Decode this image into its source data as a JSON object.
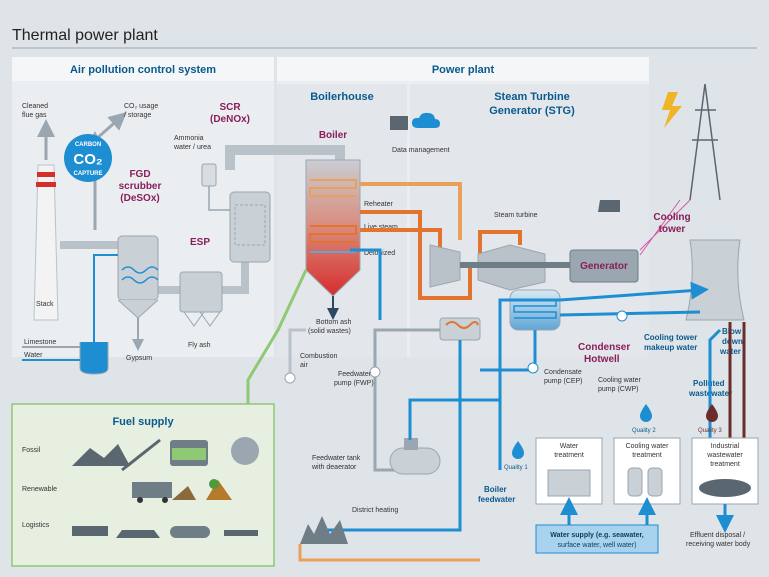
{
  "title": "Thermal power plant",
  "sections": {
    "air_pollution": "Air pollution control system",
    "power_plant": "Power plant",
    "boilerhouse": "Boilerhouse",
    "stg": [
      "Steam Turbine",
      "Generator (STG)"
    ],
    "fuel_supply": "Fuel supply"
  },
  "components": {
    "cleaned_flue_gas": [
      "Cleaned",
      "flue gas"
    ],
    "co2_usage": [
      "CO₂ usage",
      "/ storage"
    ],
    "carbon_capture": [
      "CARBON",
      "CO₂",
      "CAPTURE"
    ],
    "fgd": [
      "FGD",
      "scrubber",
      "(DeSOx)"
    ],
    "scr": [
      "SCR",
      "(DeNOx)"
    ],
    "ammonia": [
      "Ammonia",
      "water / urea"
    ],
    "esp": "ESP",
    "fly_ash": "Fly ash",
    "stack": "Stack",
    "limestone": "Limestone",
    "water": "Water",
    "gypsum": "Gypsum",
    "boiler": "Boiler",
    "reheater": "Reheater",
    "live_steam": "Live steam",
    "deionized": "Deionized",
    "bottom_ash": [
      "Bottom ash",
      "(solid wastes)"
    ],
    "combustion_air": [
      "Combustion",
      "air"
    ],
    "data_management": "Data management",
    "steam_turbine": "Steam turbine",
    "generator": "Generator",
    "cooling_tower": [
      "Cooling",
      "tower"
    ],
    "condenser": [
      "Condenser",
      "Hotwell"
    ],
    "cooling_makeup": [
      "Cooling tower",
      "makeup water"
    ],
    "blow_down": [
      "Blow",
      "down",
      "water"
    ],
    "polluted_ww": [
      "Polluted",
      "wastewater"
    ],
    "cwp": [
      "Cooling water",
      "pump (CWP)"
    ],
    "cep": [
      "Condensate",
      "pump (CEP)"
    ],
    "fwp": [
      "Feedwater",
      "pump (FWP)"
    ],
    "fw_tank": [
      "Feedwater tank",
      "with deaerator"
    ],
    "district_heating": "District heating",
    "boiler_feedwater": [
      "Boiler",
      "feedwater"
    ],
    "quality1": "Quality 1",
    "quality2": "Quality 2",
    "quality3": "Quality 3",
    "water_treatment": [
      "Water",
      "treatment"
    ],
    "cw_treatment": [
      "Cooling water",
      "treatment"
    ],
    "iww_treatment": [
      "Industrial",
      "wastewater",
      "treatment"
    ],
    "water_supply": [
      "Water supply (e.g. seawater,",
      "surface water, well water)"
    ],
    "effluent": [
      "Effluent disposal /",
      "receiving water body"
    ]
  },
  "fuel": {
    "fossil": "Fossil",
    "renewable": "Renewable",
    "logistics": "Logistics"
  },
  "colors": {
    "title_blue": "#0a5a8c",
    "magenta": "#8a1d5b",
    "steam_orange": "#e2742f",
    "water_blue": "#1e8ed2",
    "fuel_green": "#8fc973",
    "wastewater_brown": "#6b2d2a"
  },
  "icons": [
    "lightning-icon",
    "transmission-tower-icon",
    "cloud-icon",
    "monitor-icon",
    "water-drop-icon"
  ]
}
